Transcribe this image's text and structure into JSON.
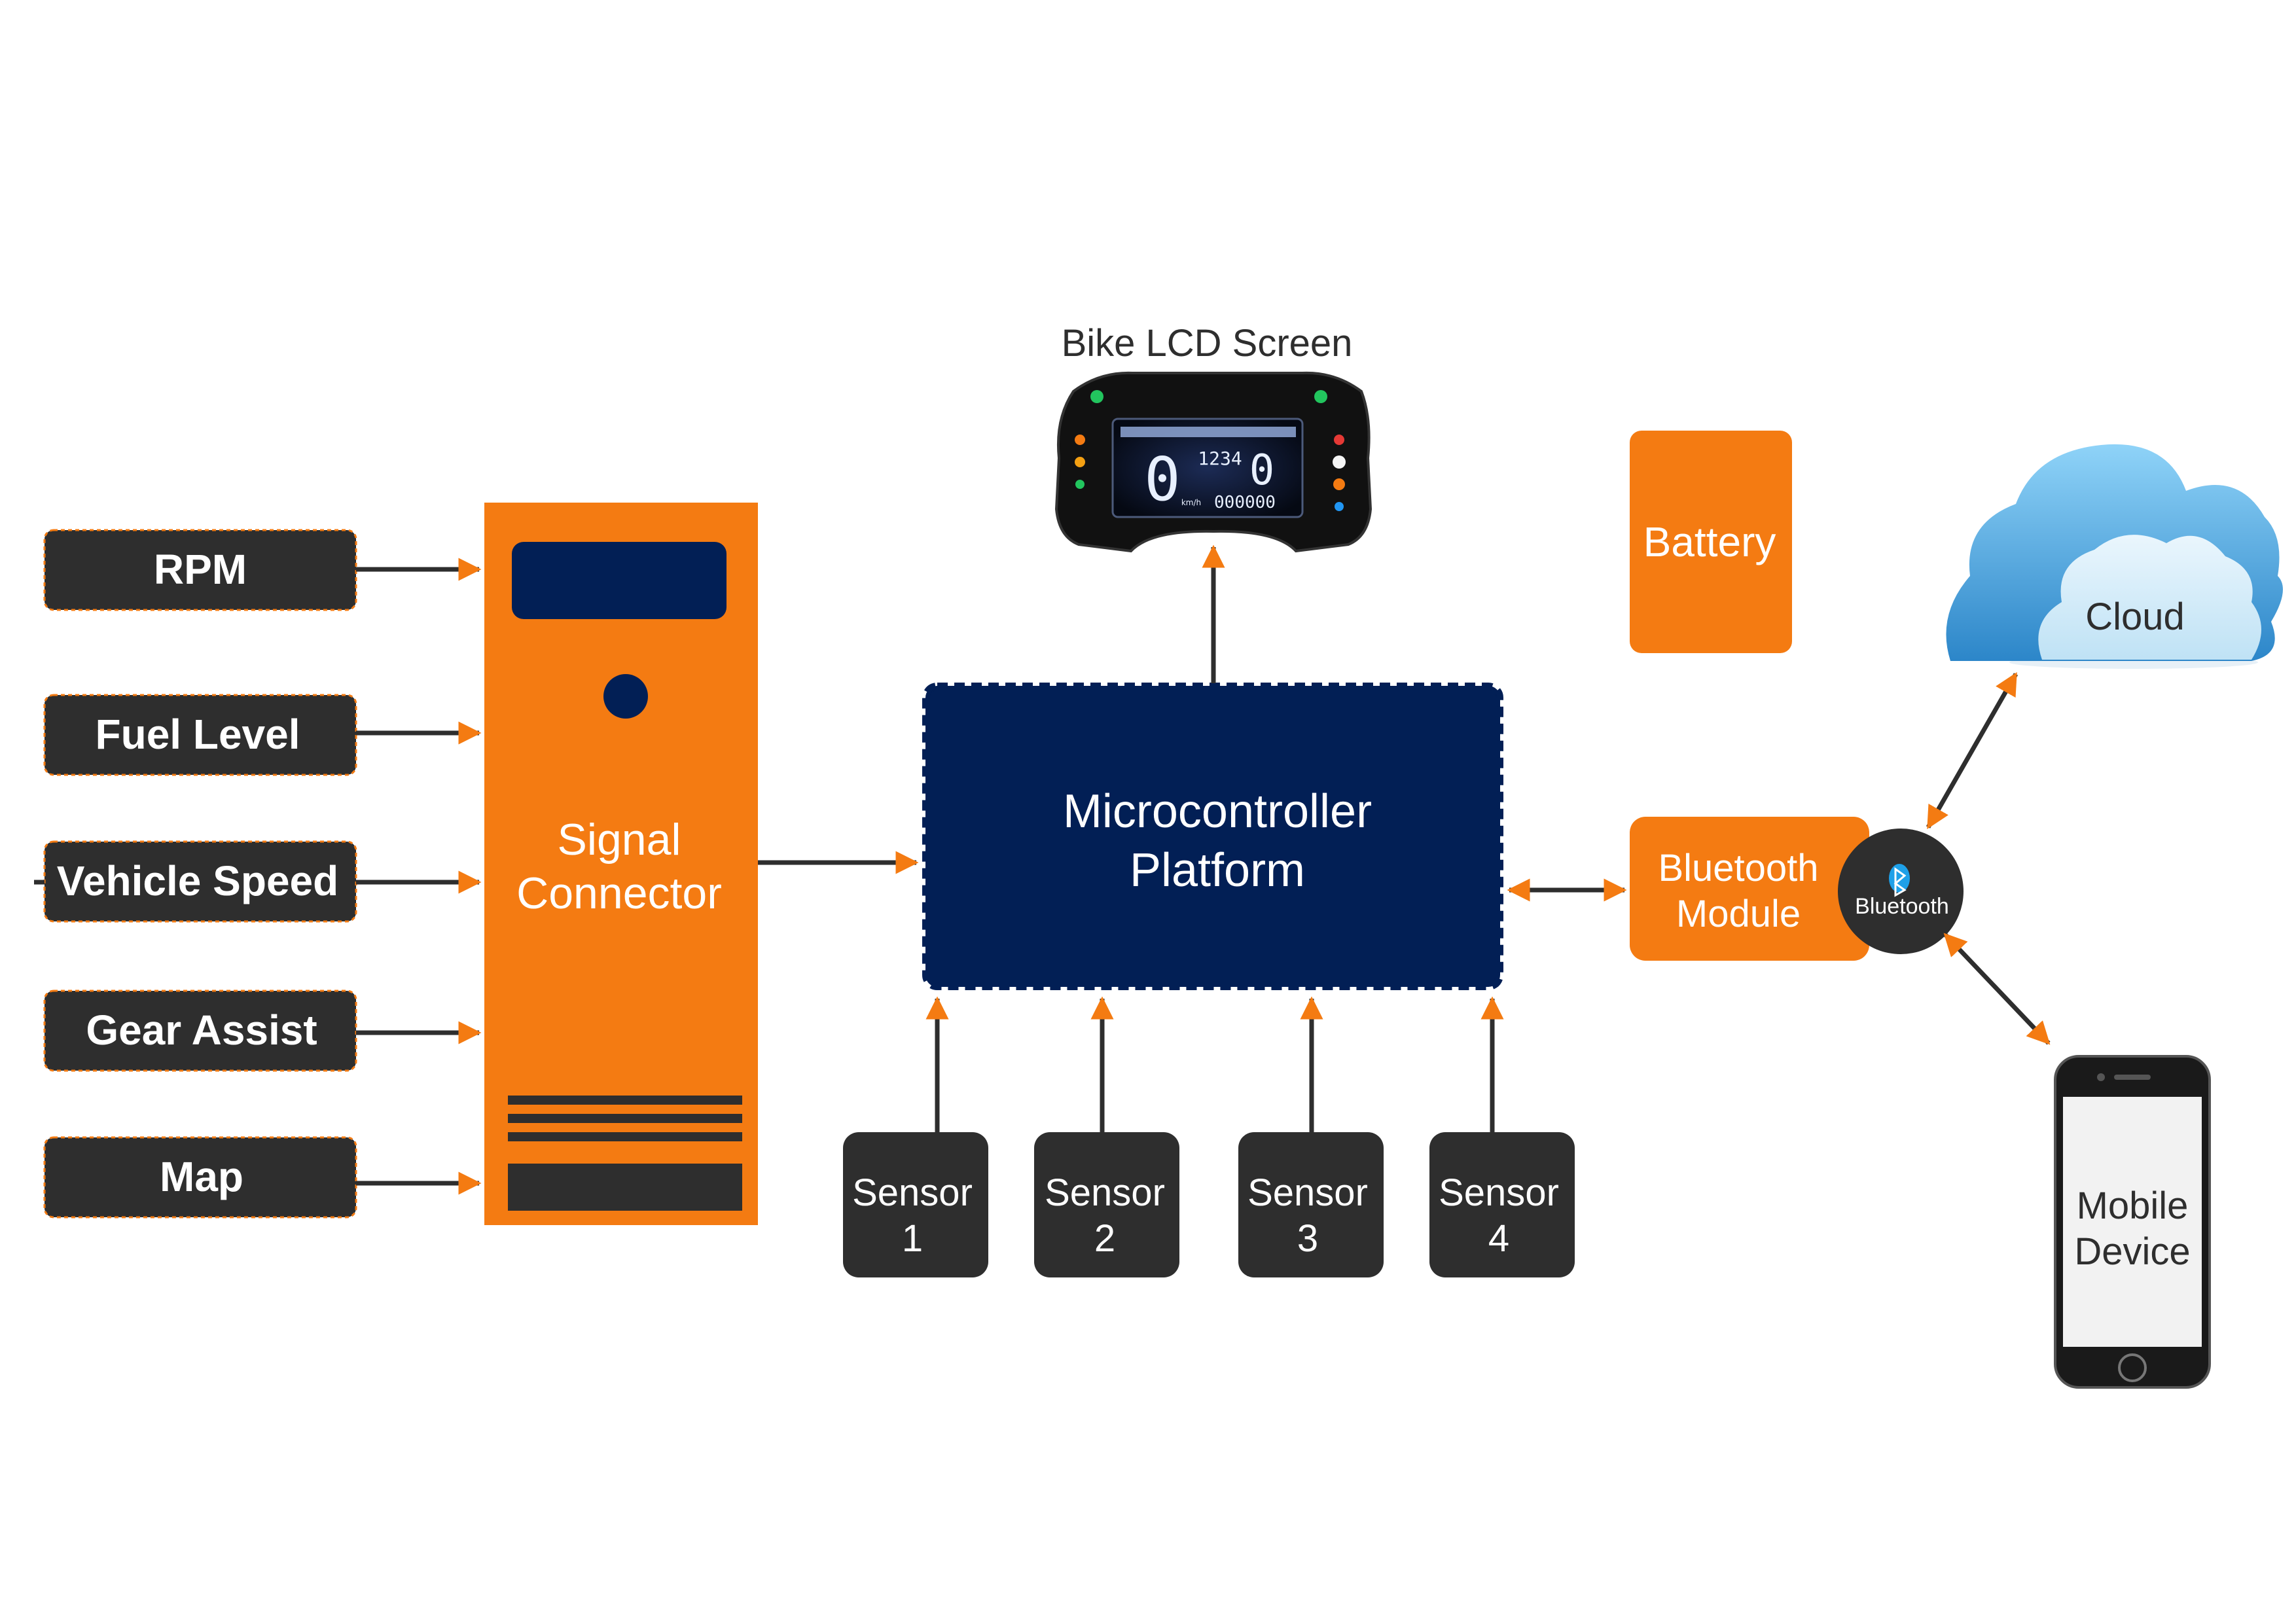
{
  "diagram": {
    "inputs": [
      "RPM",
      "Fuel Level",
      "Vehicle Speed",
      "Gear Assist",
      "Map"
    ],
    "signal_connector": {
      "line1": "Signal",
      "line2": "Connector"
    },
    "microcontroller": {
      "line1": "Microcontroller",
      "line2": "Platform"
    },
    "lcd": {
      "title": "Bike LCD Screen",
      "display_digits_top": "1234",
      "display_big": "0",
      "display_gear": "0",
      "display_odometer": "000000",
      "display_unit": "km/h"
    },
    "battery": "Battery",
    "bluetooth_module": {
      "line1": "Bluetooth",
      "line2": "Module"
    },
    "bluetooth_badge": "Bluetooth",
    "cloud": "Cloud",
    "mobile": {
      "line1": "Mobile",
      "line2": "Device"
    },
    "sensors": [
      {
        "line1": "Sensor",
        "line2": "1"
      },
      {
        "line1": "Sensor",
        "line2": "2"
      },
      {
        "line1": "Sensor",
        "line2": "3"
      },
      {
        "line1": "Sensor",
        "line2": "4"
      }
    ],
    "colors": {
      "orange": "#F47B12",
      "navy": "#021F55",
      "dark": "#2E2E2E",
      "sky": "#5BB5EA",
      "white": "#FFFFFF"
    }
  }
}
